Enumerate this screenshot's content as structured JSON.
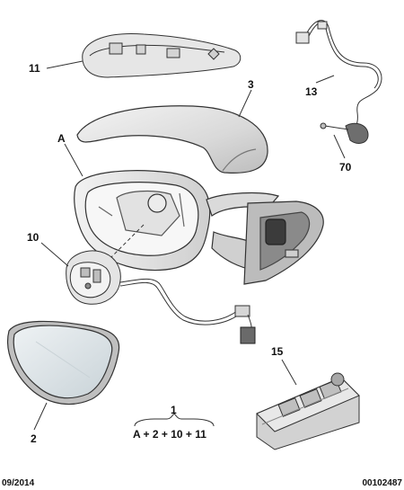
{
  "callouts": {
    "c11": "11",
    "c3": "3",
    "c13": "13",
    "cA": "A",
    "c70": "70",
    "c10": "10",
    "c2": "2",
    "c15": "15",
    "c1": "1"
  },
  "assembly_formula": "A + 2 + 10 + 11",
  "footer": {
    "date": "09/2014",
    "ref": "00102487"
  },
  "colors": {
    "line": "#333333",
    "part_fill": "#e9e9e9",
    "mirror_glass": "#d7dfe3",
    "cap_fill": "#dcdcdc"
  }
}
